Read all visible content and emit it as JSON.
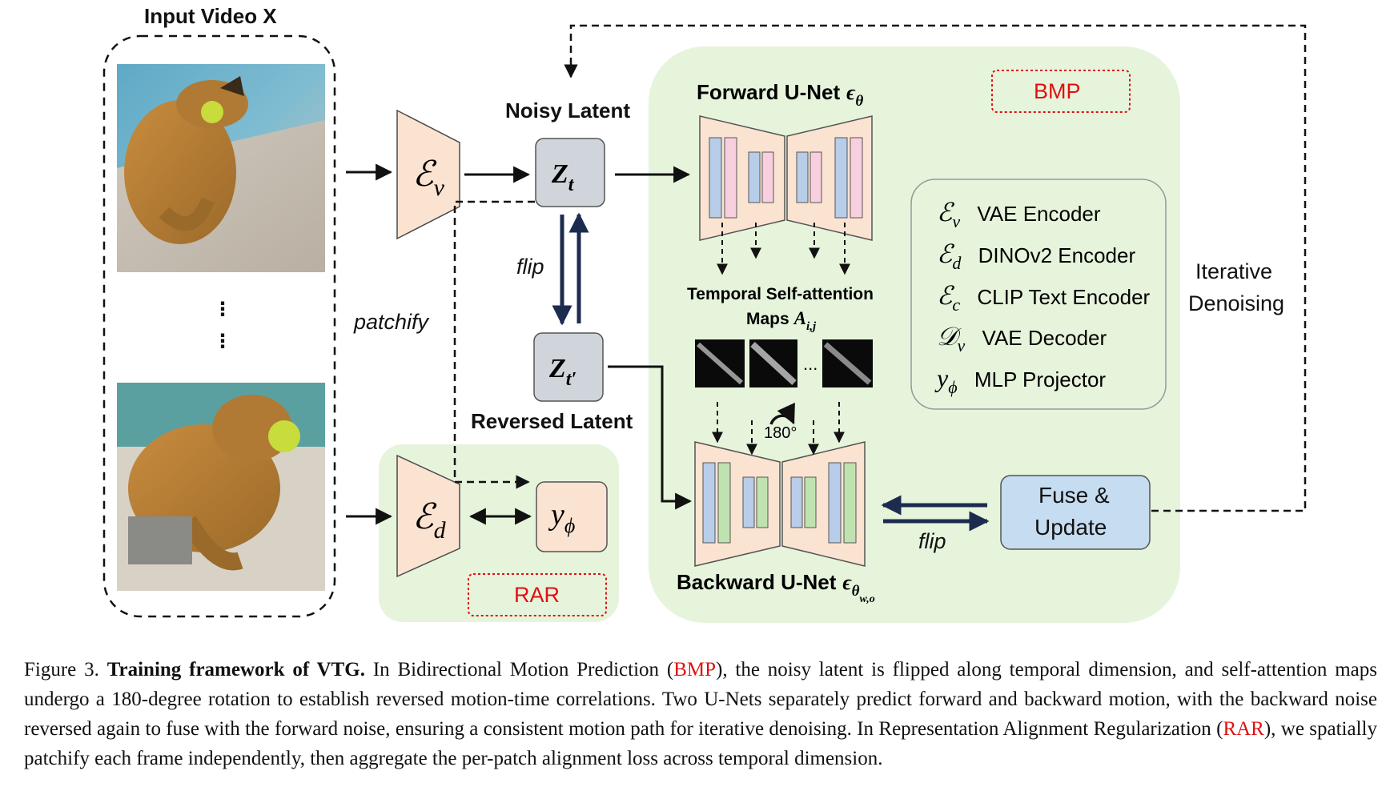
{
  "input_video": {
    "title": "Input Video X",
    "dots_top": "⋮",
    "dots_bottom": "⋮"
  },
  "labels": {
    "noisy_latent": "Noisy Latent",
    "reversed_latent": "Reversed Latent",
    "forward_unet": "Forward U-Net",
    "backward_unet": "Backward U-Net",
    "patchify": "patchify",
    "flip_top": "flip",
    "flip_bottom": "flip",
    "attn_line1": "Temporal Self-attention",
    "attn_line2": "Maps",
    "attn_dots": "...",
    "rotation": "180°",
    "fuse_line1": "Fuse &",
    "fuse_line2": "Update",
    "iterative_line1": "Iterative",
    "iterative_line2": "Denoising",
    "bmp": "BMP",
    "rar": "RAR"
  },
  "symbols": {
    "encoder_v": "ℰ",
    "encoder_v_sub": "v",
    "encoder_d": "ℰ",
    "encoder_d_sub": "d",
    "latent_t": "Z",
    "latent_t_sub": "t",
    "latent_tp": "Z",
    "latent_tp_sub": "t′",
    "projector": "y",
    "projector_sub": "ϕ",
    "eps": "ϵ",
    "theta": "θ",
    "theta_wo_sub": "w,o",
    "attn_sym": "A",
    "attn_sub": "i,j"
  },
  "legend": [
    {
      "sym": "ℰ",
      "sub": "v",
      "text": "VAE Encoder"
    },
    {
      "sym": "ℰ",
      "sub": "d",
      "text": "DINOv2 Encoder"
    },
    {
      "sym": "ℰ",
      "sub": "c",
      "text": "CLIP Text Encoder"
    },
    {
      "sym": "𝒟",
      "sub": "v",
      "text": "VAE Decoder"
    },
    {
      "sym": "y",
      "sub": "ϕ",
      "text": "MLP Projector"
    }
  ],
  "caption": {
    "prefix": "Figure 3. ",
    "bold": "Training framework of VTG.",
    "t1": " In Bidirectional Motion Prediction (",
    "bmp": "BMP",
    "t2": "), the noisy latent is flipped along temporal dimension, and self-attention maps undergo a 180-degree rotation to establish reversed motion-time correlations.  Two U-Nets separately predict forward and backward motion, with the backward noise reversed again to fuse with the forward noise, ensuring a consistent motion path for iterative denoising. In Representation Alignment Regularization (",
    "rar": "RAR",
    "t3": "), we spatially patchify each frame independently, then aggregate the per-patch alignment loss across temporal dimension."
  },
  "colors": {
    "panel_green": "#e6f4dc",
    "encoder_peach": "#fbe3d1",
    "latent_gray": "#cfd5da",
    "fuse_blue": "#c5dcf1",
    "bar_blue": "#b7cde9",
    "bar_pink": "#f7cfdf",
    "bar_green": "#bfe3b0",
    "arrow_navy": "#1d2b4f",
    "red": "#e01010"
  }
}
